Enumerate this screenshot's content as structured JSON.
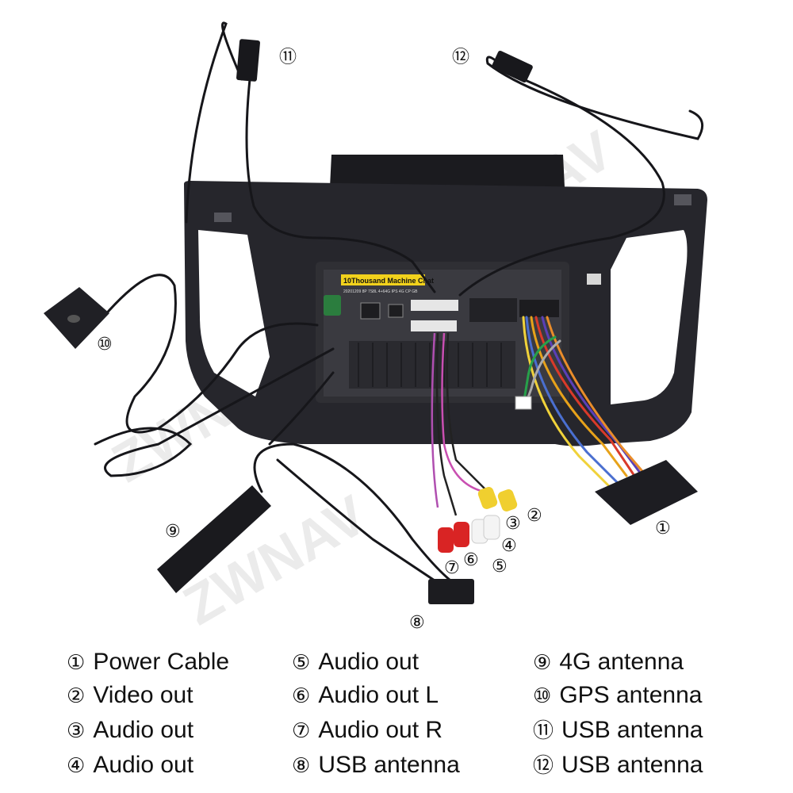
{
  "image": {
    "watermark": "ZWNAV",
    "label_sticker": {
      "title": "10Thousand Machine Chat",
      "subtitle": "20201209 8P 7S8L 4+64G IPS 4G CP GB"
    }
  },
  "callouts": [
    "⑪",
    "⑫",
    "⑩",
    "⑨",
    "②",
    "③",
    "④",
    "⑤",
    "⑥",
    "⑦",
    "⑧",
    "①"
  ],
  "legend": [
    {
      "num": "①",
      "label": "Power Cable"
    },
    {
      "num": "②",
      "label": "Video out"
    },
    {
      "num": "③",
      "label": "Audio out"
    },
    {
      "num": "④",
      "label": "Audio out"
    },
    {
      "num": "⑤",
      "label": "Audio out"
    },
    {
      "num": "⑥",
      "label": "Audio out L"
    },
    {
      "num": "⑦",
      "label": "Audio out R"
    },
    {
      "num": "⑧",
      "label": "USB antenna"
    },
    {
      "num": "⑨",
      "label": "4G antenna"
    },
    {
      "num": "⑩",
      "label": "GPS antenna"
    },
    {
      "num": "⑪",
      "label": "USB antenna"
    },
    {
      "num": "⑫",
      "label": "USB antenna"
    }
  ]
}
